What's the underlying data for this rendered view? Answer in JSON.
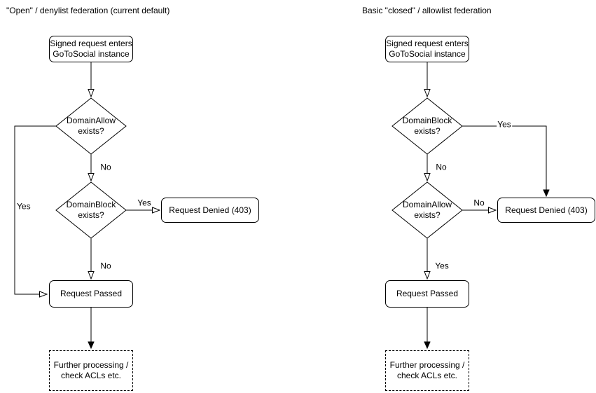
{
  "colors": {
    "stroke": "#000000",
    "shape_fill": "#ffffff",
    "text": "#000000",
    "background": "#ffffff"
  },
  "diagrams": {
    "open": {
      "title": "\"Open\" / denylist federation (current default)",
      "nodes": {
        "start": "Signed request enters\nGoToSocial instance",
        "decision1": "DomainAllow\nexists?",
        "decision2": "DomainBlock\nexists?",
        "denied": "Request Denied (403)",
        "passed": "Request Passed",
        "further": "Further processing /\ncheck ACLs etc."
      },
      "edges": [
        {
          "from": "start",
          "to": "decision1",
          "label": ""
        },
        {
          "from": "decision1",
          "to": "passed",
          "label": "Yes"
        },
        {
          "from": "decision1",
          "to": "decision2",
          "label": "No"
        },
        {
          "from": "decision2",
          "to": "denied",
          "label": "Yes"
        },
        {
          "from": "decision2",
          "to": "passed",
          "label": "No"
        },
        {
          "from": "passed",
          "to": "further",
          "label": ""
        }
      ]
    },
    "closed": {
      "title": "Basic \"closed\" / allowlist federation",
      "nodes": {
        "start": "Signed request enters\nGoToSocial instance",
        "decision1": "DomainBlock\nexists?",
        "decision2": "DomainAllow\nexists?",
        "denied": "Request Denied (403)",
        "passed": "Request Passed",
        "further": "Further processing /\ncheck ACLs etc."
      },
      "edges": [
        {
          "from": "start",
          "to": "decision1",
          "label": ""
        },
        {
          "from": "decision1",
          "to": "denied",
          "label": "Yes"
        },
        {
          "from": "decision1",
          "to": "decision2",
          "label": "No"
        },
        {
          "from": "decision2",
          "to": "denied",
          "label": "No"
        },
        {
          "from": "decision2",
          "to": "passed",
          "label": "Yes"
        },
        {
          "from": "passed",
          "to": "further",
          "label": ""
        }
      ]
    }
  }
}
